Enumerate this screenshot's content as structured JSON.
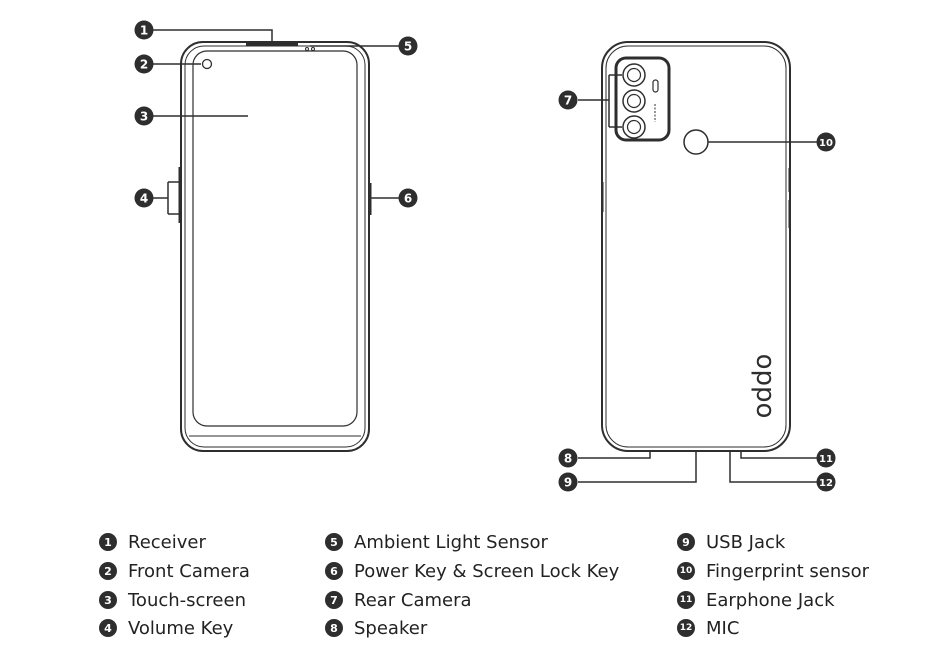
{
  "callouts": [
    {
      "num": "1",
      "label": "Receiver"
    },
    {
      "num": "2",
      "label": "Front Camera"
    },
    {
      "num": "3",
      "label": "Touch-screen"
    },
    {
      "num": "4",
      "label": "Volume Key"
    },
    {
      "num": "5",
      "label": "Ambient Light Sensor"
    },
    {
      "num": "6",
      "label": "Power Key & Screen Lock Key"
    },
    {
      "num": "7",
      "label": "Rear Camera"
    },
    {
      "num": "8",
      "label": "Speaker"
    },
    {
      "num": "9",
      "label": "USB Jack"
    },
    {
      "num": "10",
      "label": "Fingerprint sensor"
    },
    {
      "num": "11",
      "label": "Earphone Jack"
    },
    {
      "num": "12",
      "label": "MIC"
    }
  ],
  "brand_logo": "oppo",
  "colors": {
    "line": "#2e2e2e",
    "badge": "#2e2e2e",
    "background": "#ffffff"
  }
}
